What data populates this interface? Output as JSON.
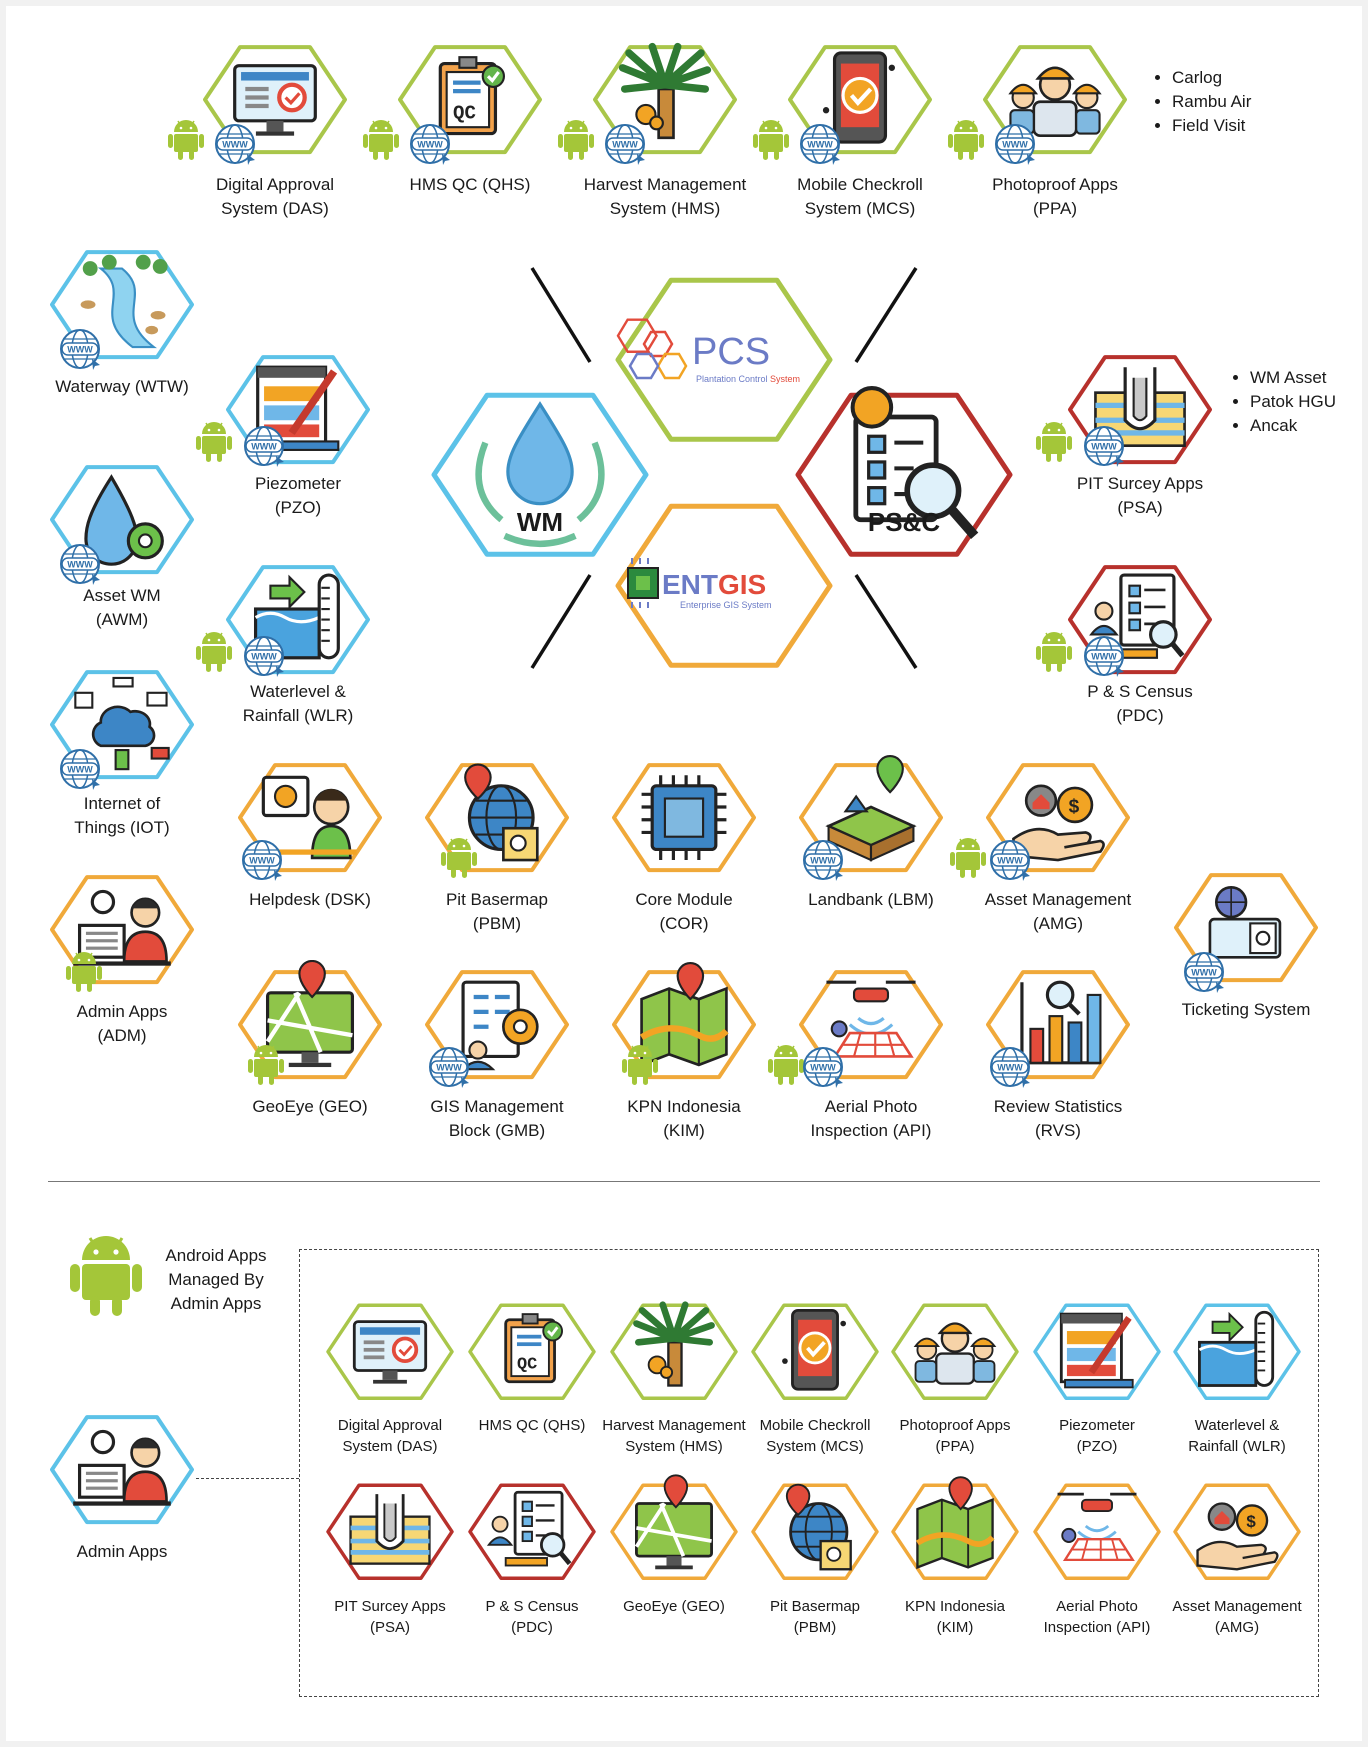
{
  "colors": {
    "green": "#a9c64a",
    "blue": "#5cc2e8",
    "red": "#b7312c",
    "orange": "#f0a93a"
  },
  "top_row": [
    {
      "label": "Digital Approval\nSystem (DAS)",
      "icon": "monitor-approval-icon",
      "badges": [
        "android",
        "www"
      ]
    },
    {
      "label": "HMS QC (QHS)",
      "icon": "clipboard-qc-icon",
      "badges": [
        "android",
        "www"
      ]
    },
    {
      "label": "Harvest Management\nSystem (HMS)",
      "icon": "palm-tree-icon",
      "badges": [
        "android",
        "www"
      ]
    },
    {
      "label": "Mobile Checkroll\nSystem (MCS)",
      "icon": "phone-check-icon",
      "badges": [
        "android",
        "www"
      ]
    },
    {
      "label": "Photoproof Apps\n(PPA)",
      "icon": "workers-icon",
      "badges": [
        "android",
        "www"
      ]
    }
  ],
  "ppa_notes": [
    "Carlog",
    "Rambu Air",
    "Field Visit"
  ],
  "left_col": [
    {
      "label": "Waterway (WTW)",
      "icon": "river-icon"
    },
    {
      "label": "Asset WM\n(AWM)",
      "icon": "water-gear-icon"
    },
    {
      "label": "Internet of\nThings (IOT)",
      "icon": "iot-network-icon"
    },
    {
      "label": "Admin Apps\n(ADM)",
      "icon": "admin-user-icon"
    }
  ],
  "wm_apps": [
    {
      "label": "Piezometer\n(PZO)",
      "icon": "piezometer-icon"
    },
    {
      "label": "Waterlevel &\nRainfall (WLR)",
      "icon": "water-level-icon"
    }
  ],
  "center": {
    "pcs": {
      "logo": "PCS",
      "sub": "Plantation Control System"
    },
    "wm": {
      "label": "WM"
    },
    "psc": {
      "label": "PS&C"
    },
    "entgis": {
      "logo": "ENTGIS",
      "sub": "Enterprise GIS System"
    }
  },
  "psc_apps": [
    {
      "label": "PIT Surcey Apps\n(PSA)",
      "icon": "soil-layers-icon"
    },
    {
      "label": "P & S Census\n(PDC)",
      "icon": "census-checklist-icon"
    }
  ],
  "psa_notes": [
    "WM Asset",
    "Patok HGU",
    "Ancak"
  ],
  "row4": [
    {
      "label": "Helpdesk (DSK)",
      "icon": "helpdesk-agent-icon"
    },
    {
      "label": "Pit Basermap\n(PBM)",
      "icon": "globe-map-icon"
    },
    {
      "label": "Core Module\n(COR)",
      "icon": "chip-icon"
    },
    {
      "label": "Landbank (LBM)",
      "icon": "land-plot-icon"
    },
    {
      "label": "Asset Management\n(AMG)",
      "icon": "asset-hand-icon"
    }
  ],
  "ticketing": {
    "label": "Ticketing System",
    "icon": "ticket-icon"
  },
  "row5": [
    {
      "label": "GeoEye (GEO)",
      "icon": "map-monitor-icon"
    },
    {
      "label": "GIS Management\nBlock (GMB)",
      "icon": "gis-block-icon"
    },
    {
      "label": "KPN Indonesia\n(KIM)",
      "icon": "folded-map-icon"
    },
    {
      "label": "Aerial Photo\nInspection (API)",
      "icon": "drone-icon"
    },
    {
      "label": "Review Statistics\n(RVS)",
      "icon": "statistics-icon"
    }
  ],
  "legend": {
    "label": "Android Apps\nManaged By\nAdmin Apps",
    "icon": "android-icon"
  },
  "admin": {
    "label": "Admin Apps",
    "icon": "admin-user-icon"
  },
  "managed_row1": [
    {
      "label": "Digital Approval\nSystem (DAS)",
      "color": "green"
    },
    {
      "label": "HMS QC (QHS)",
      "color": "green"
    },
    {
      "label": "Harvest Management\nSystem (HMS)",
      "color": "green"
    },
    {
      "label": "Mobile Checkroll\nSystem (MCS)",
      "color": "green"
    },
    {
      "label": "Photoproof Apps\n(PPA)",
      "color": "green"
    },
    {
      "label": "Piezometer\n(PZO)",
      "color": "blue"
    },
    {
      "label": "Waterlevel &\nRainfall (WLR)",
      "color": "blue"
    }
  ],
  "managed_row2": [
    {
      "label": "PIT Surcey Apps\n(PSA)",
      "color": "red"
    },
    {
      "label": "P & S Census\n(PDC)",
      "color": "red"
    },
    {
      "label": "GeoEye (GEO)",
      "color": "orange"
    },
    {
      "label": "Pit Basermap\n(PBM)",
      "color": "orange"
    },
    {
      "label": "KPN Indonesia\n(KIM)",
      "color": "orange"
    },
    {
      "label": "Aerial Photo\nInspection (API)",
      "color": "orange"
    },
    {
      "label": "Asset Management\n(AMG)",
      "color": "orange"
    }
  ]
}
